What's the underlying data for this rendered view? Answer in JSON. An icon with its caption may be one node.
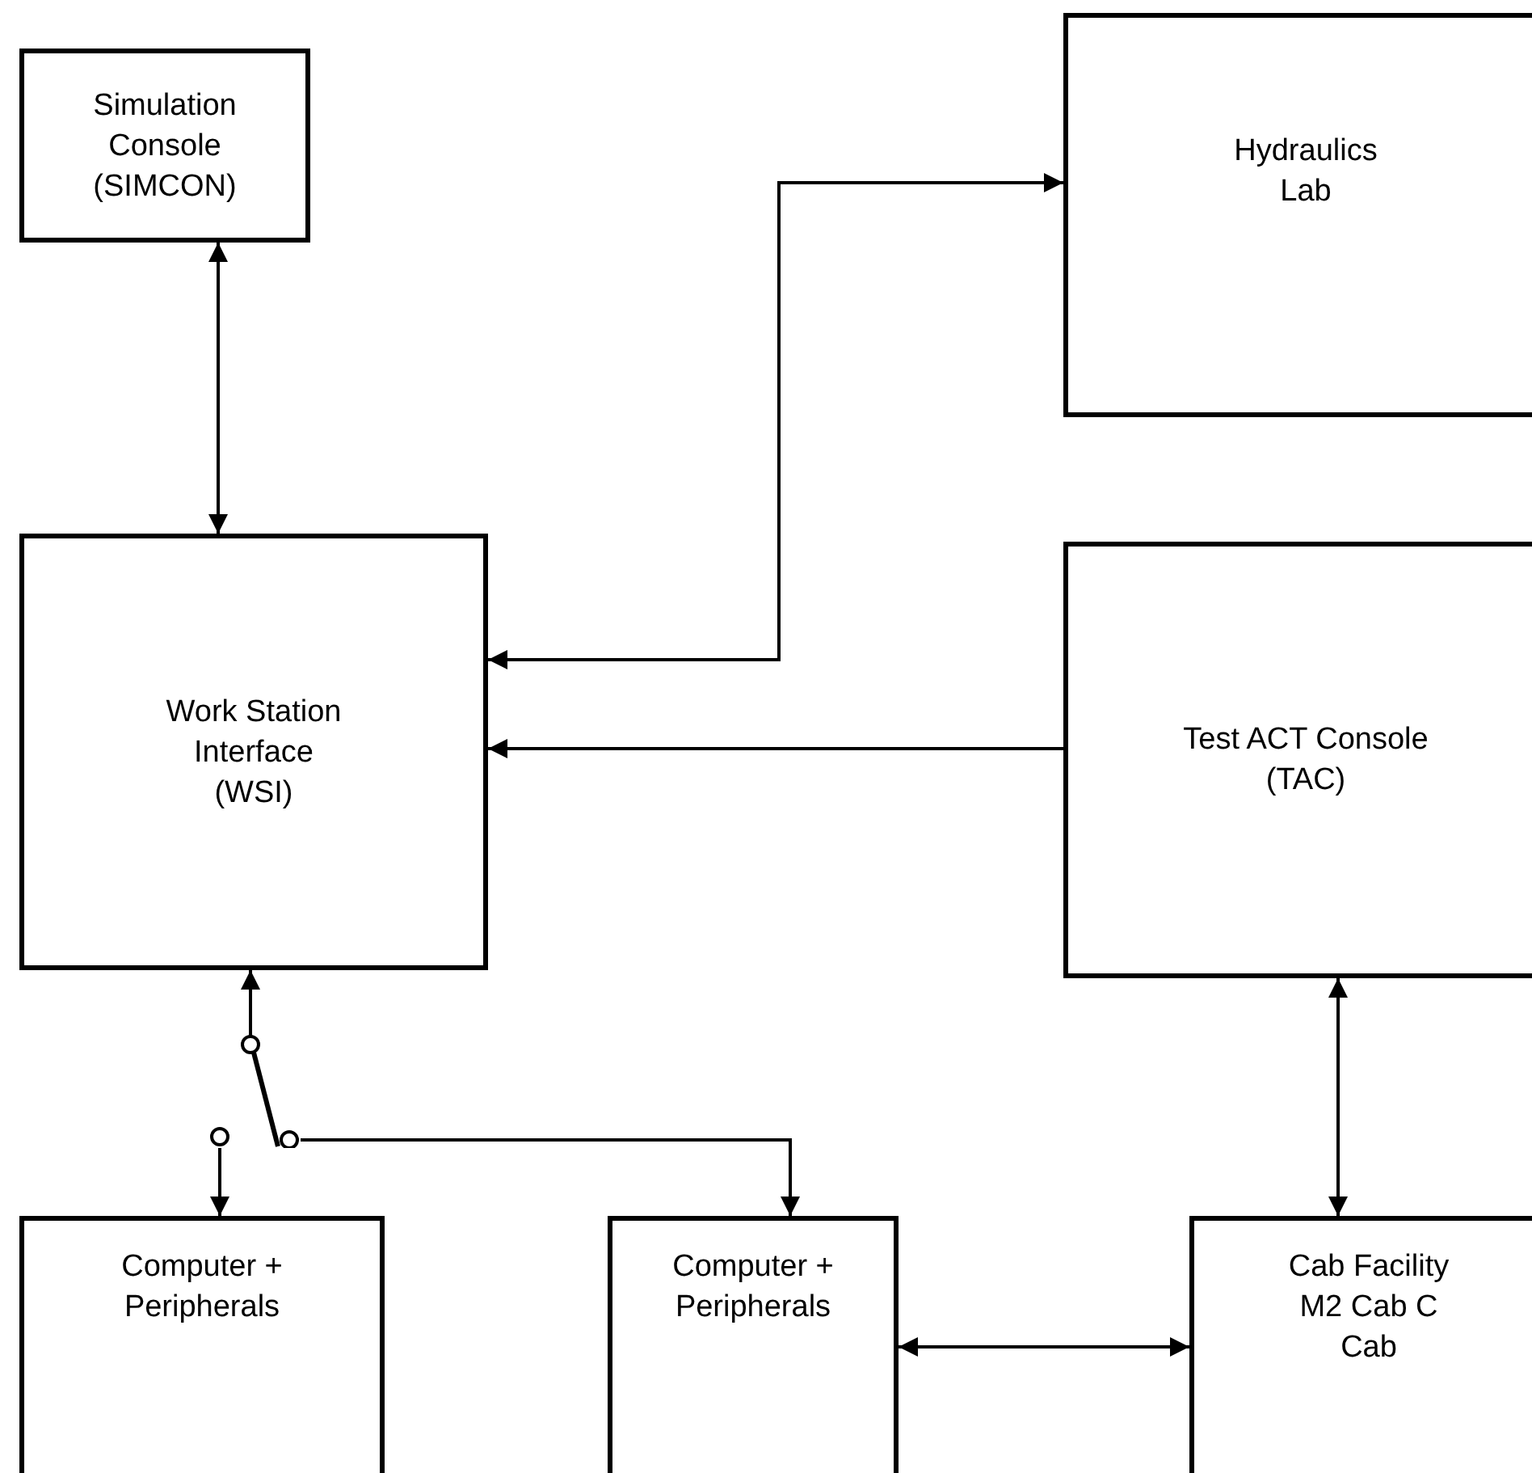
{
  "diagram": {
    "nodes": [
      {
        "text": [
          "Simulation Console (SIMCON)"
        ]
      },
      {
        "text": [
          "Hydraulics Lab"
        ]
      },
      {
        "text": [
          "Work Station Interface (WSI)"
        ]
      },
      {
        "text": [
          "Test ACT Console (TAC)"
        ]
      },
      {
        "text": [
          "Computer + Peripherals"
        ]
      },
      {
        "text": [
          "Computer + Peripherals"
        ]
      },
      {
        "text": [
          "Cab Facility M2 Cab C Cab"
        ]
      },
      {
        "text": [],
        "shape": "switch"
      }
    ],
    "edges": [
      {
        "from": 0,
        "to": 2,
        "arrow": "both"
      },
      {
        "from": 2,
        "to": 1,
        "arrow": "both"
      },
      {
        "from": 3,
        "to": 2,
        "arrow": "to"
      },
      {
        "from": 7,
        "to": 2,
        "arrow": "to"
      },
      {
        "from": 7,
        "to": 4,
        "arrow": "to"
      },
      {
        "from": 7,
        "to": 5,
        "arrow": "to"
      },
      {
        "from": 3,
        "to": 6,
        "arrow": "both"
      },
      {
        "from": 5,
        "to": 6,
        "arrow": "both"
      }
    ]
  }
}
